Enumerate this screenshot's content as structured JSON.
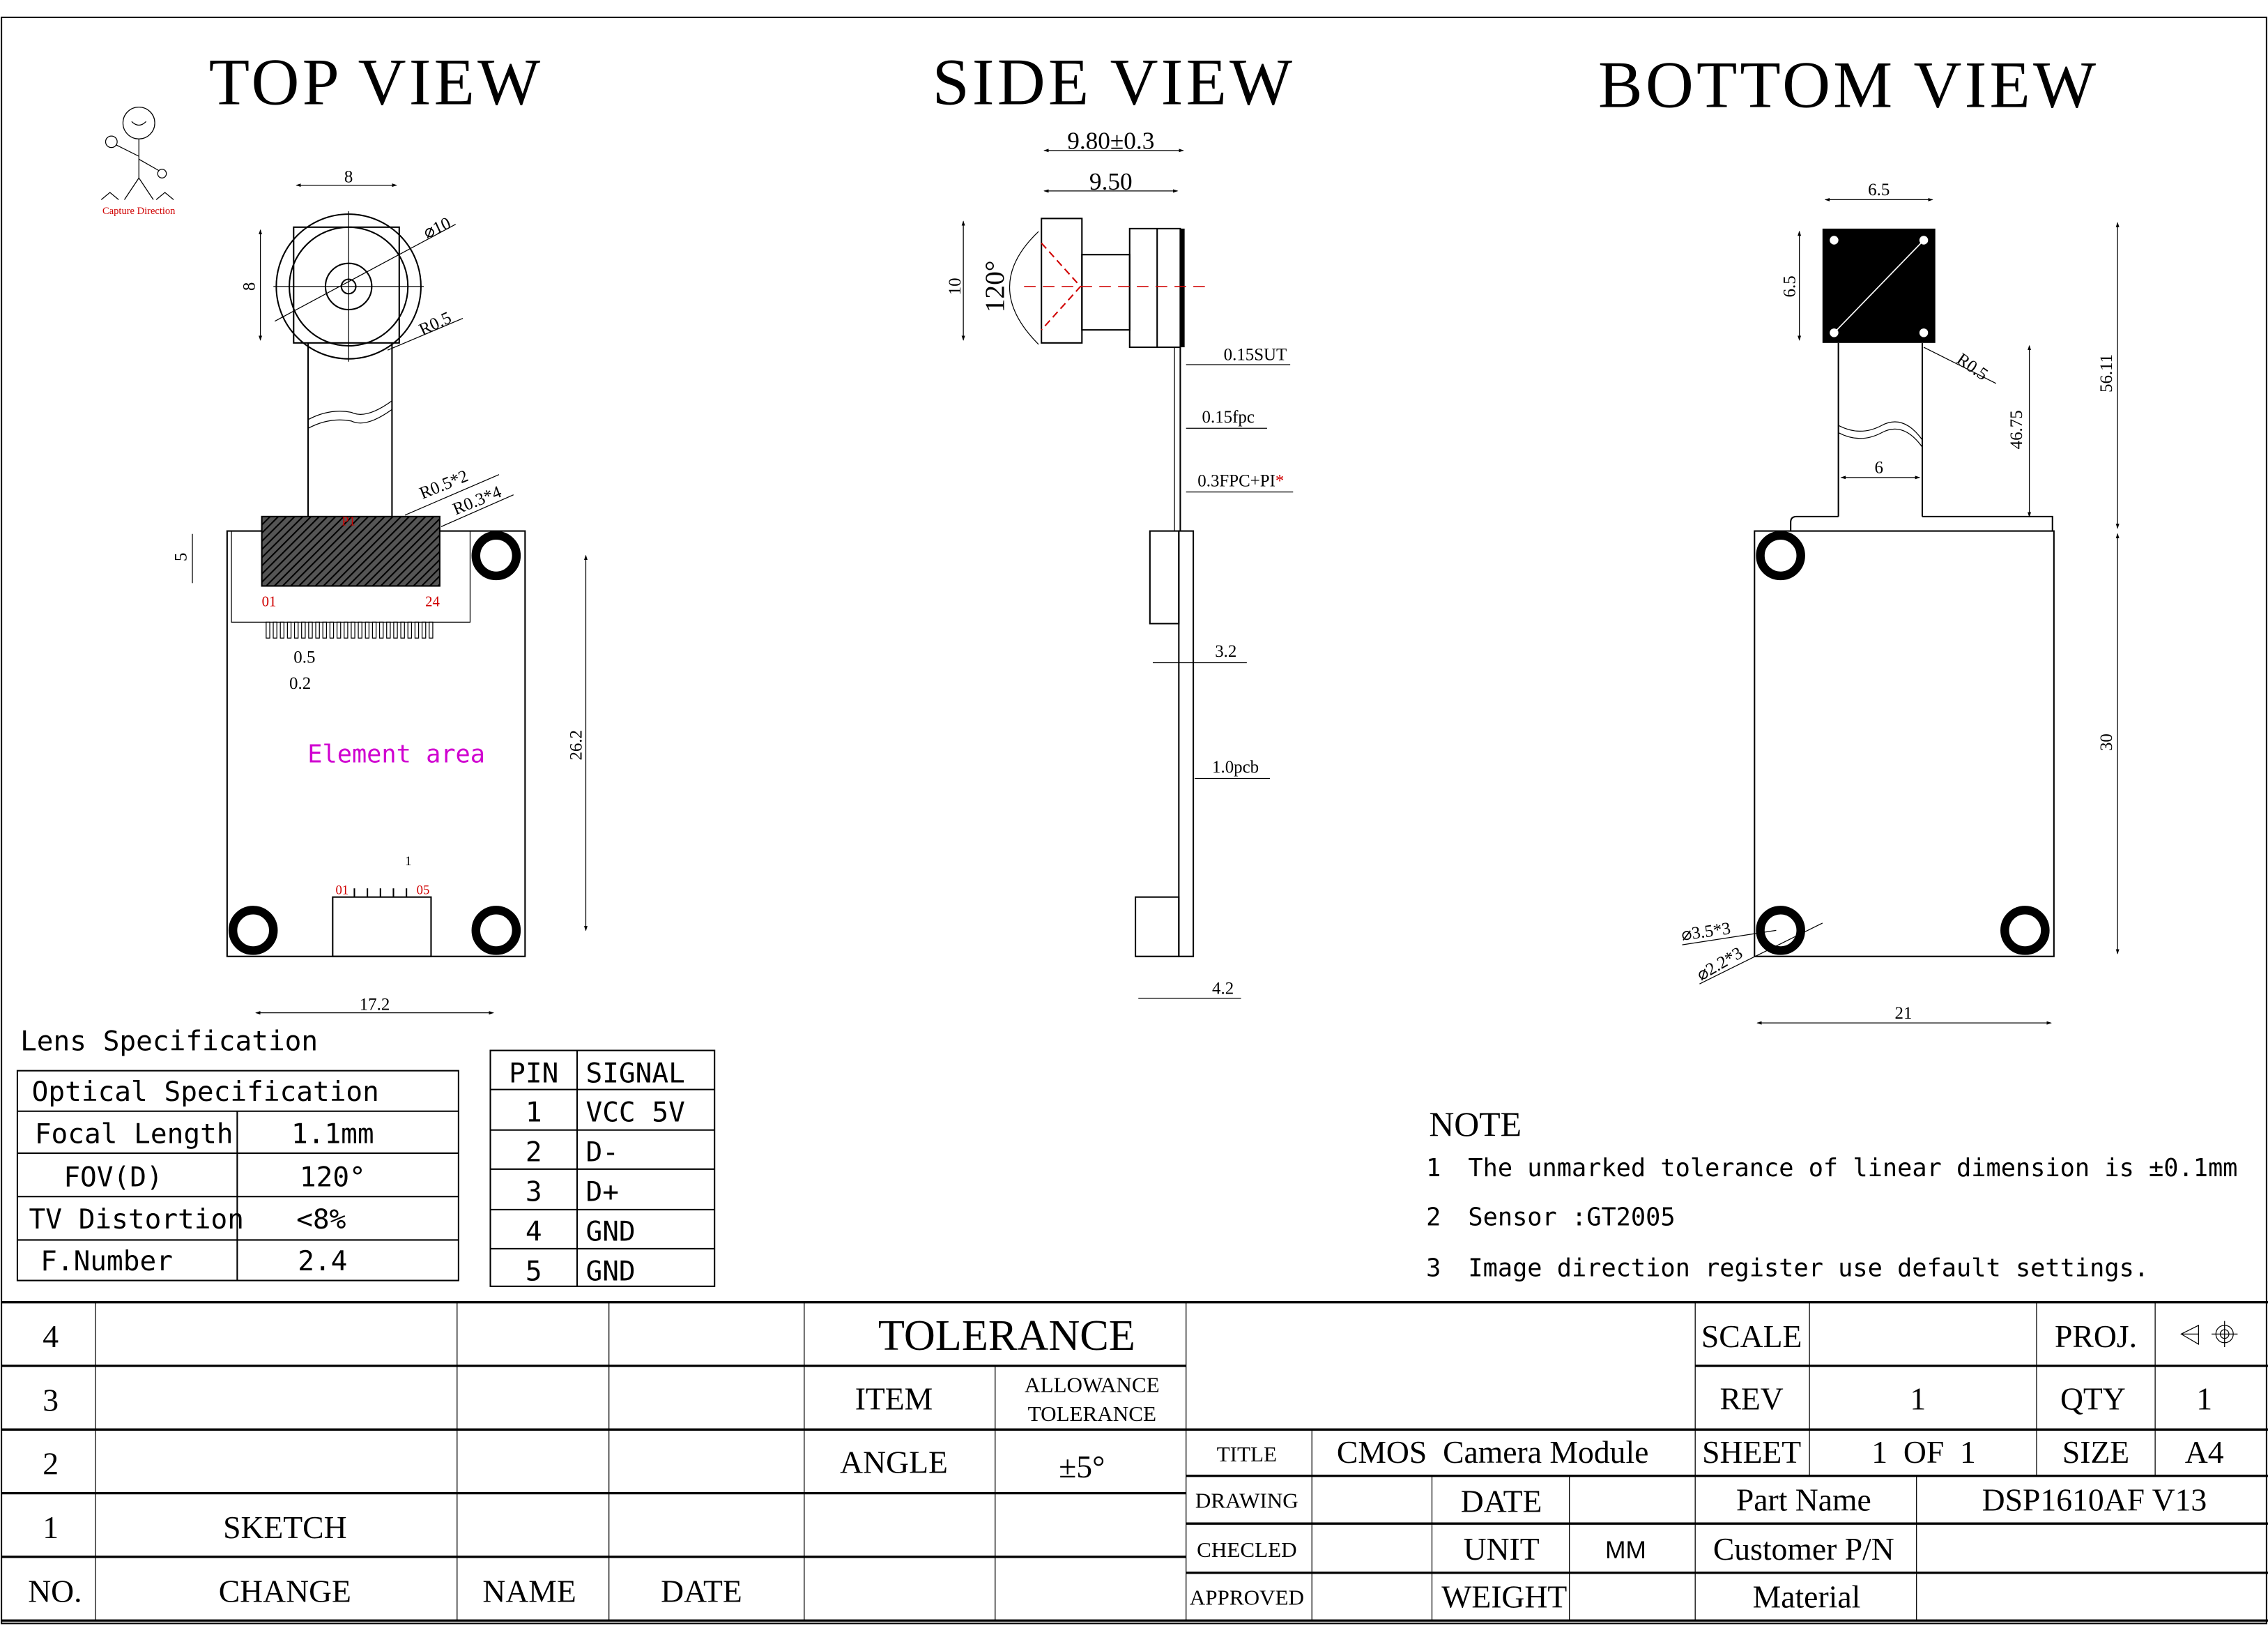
{
  "views": {
    "top": "TOP VIEW",
    "side": "SIDE VIEW",
    "bottom": "BOTTOM VIEW"
  },
  "capture_direction": "Capture Direction",
  "top_view": {
    "dims": {
      "lens_width": "8",
      "lens_height": "8",
      "lens_diameter": "⌀10",
      "lens_radius": "R0.5",
      "fpc_radius_a": "R0.5*2",
      "fpc_radius_b": "R0.3*4",
      "connector_height": "5",
      "pin_pitch": "0.5",
      "pin_width": "0.2",
      "board_height": "26.2",
      "hole_spacing": "17.2",
      "small_pitch": "1"
    },
    "connector_label": "P1",
    "pin_first": "01",
    "pin_last": "24",
    "small_pin_first": "01",
    "small_pin_last": "05",
    "element_area": "Element area"
  },
  "side_view": {
    "dims": {
      "total_length": "9.80±0.3",
      "lens_length": "9.50",
      "lens_height": "10",
      "fov_angle": "120°",
      "sut": "0.15SUT",
      "fpc": "0.15fpc",
      "fpc_pi": "0.3FPC+PI",
      "fpc_pi_mark": "*",
      "connector": "3.2",
      "pcb": "1.0pcb",
      "bottom_connector": "4.2"
    }
  },
  "bottom_view": {
    "dims": {
      "sensor_width": "6.5",
      "sensor_height": "6.5",
      "radius": "R0.5",
      "overall_length": "56.11",
      "flex_length": "46.75",
      "flex_width": "6",
      "board_height": "30",
      "board_width": "21",
      "hole_outer": "⌀3.5*3",
      "hole_inner": "⌀2.2*3"
    }
  },
  "lens_spec": {
    "title": "Lens Specification",
    "header": "Optical Specification",
    "rows": [
      {
        "label": "Focal Length",
        "value": "1.1mm"
      },
      {
        "label": "FOV(D)",
        "value": "120°"
      },
      {
        "label": "TV Distortion",
        "value": "<8%"
      },
      {
        "label": "F.Number",
        "value": "2.4"
      }
    ]
  },
  "pin_table": {
    "headers": [
      "PIN",
      "SIGNAL"
    ],
    "rows": [
      {
        "pin": "1",
        "signal": "VCC 5V"
      },
      {
        "pin": "2",
        "signal": "D-"
      },
      {
        "pin": "3",
        "signal": "D+"
      },
      {
        "pin": "4",
        "signal": "GND"
      },
      {
        "pin": "5",
        "signal": "GND"
      }
    ]
  },
  "notes": {
    "title": "NOTE",
    "items": [
      {
        "num": "1",
        "text": "The unmarked tolerance of linear dimension is ±0.1mm"
      },
      {
        "num": "2",
        "text": "Sensor :GT2005"
      },
      {
        "num": "3",
        "text": "Image direction register use default settings."
      }
    ]
  },
  "revision_block": {
    "rows": [
      "4",
      "3",
      "2",
      "1"
    ],
    "row1_change": "SKETCH",
    "headers": {
      "no": "NO.",
      "change": "CHANGE",
      "name": "NAME",
      "date": "DATE"
    },
    "tolerance": {
      "title": "TOLERANCE",
      "item_header": "ITEM",
      "allowance_header_1": "ALLOWANCE",
      "allowance_header_2": "TOLERANCE",
      "item": "ANGLE",
      "value": "±5°"
    }
  },
  "title_block": {
    "scale_label": "SCALE",
    "scale_value": "",
    "proj_label": "PROJ.",
    "rev_label": "REV",
    "rev_value": "1",
    "qty_label": "QTY",
    "qty_value": "1",
    "title_label": "TITLE",
    "title_value": "CMOS  Camera Module",
    "sheet_label": "SHEET",
    "sheet_value": "1  OF  1",
    "size_label": "SIZE",
    "size_value": "A4",
    "drawing_label": "DRAWING",
    "date_label": "DATE",
    "checked_label": "CHECLED",
    "unit_label": "UNIT",
    "unit_value": "MM",
    "approved_label": "APPROVED",
    "weight_label": "WEIGHT",
    "part_name_label": "Part Name",
    "part_name_value": "DSP1610AF V13",
    "customer_pn_label": "Customer P/N",
    "material_label": "Material"
  },
  "colors": {
    "line": "#000000",
    "annotation_red": "#d00000",
    "element_area": "#d000d0"
  }
}
